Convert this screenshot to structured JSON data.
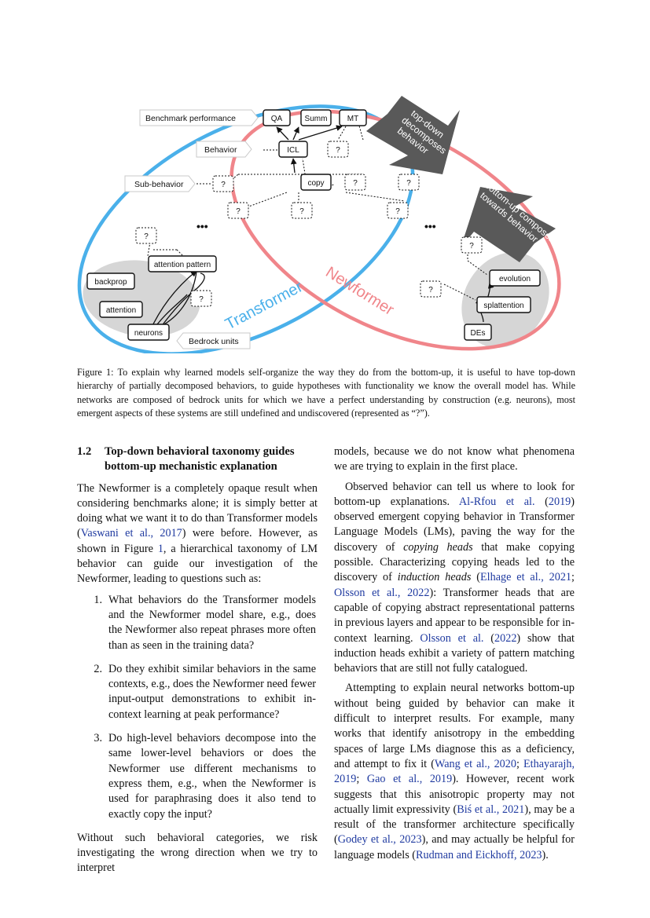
{
  "figure": {
    "label_benchmark": "Benchmark performance",
    "label_behavior": "Behavior",
    "label_subbehavior": "Sub-behavior",
    "label_bedrock": "Bedrock units",
    "node_qa": "QA",
    "node_summ": "Summ",
    "node_mt": "MT",
    "node_icl": "ICL",
    "node_copy": "copy",
    "node_unknown": "?",
    "node_attention_pattern": "attention pattern",
    "node_backprop": "backprop",
    "node_attention": "attention",
    "node_neurons": "neurons",
    "node_evolution": "evolution",
    "node_splattention": "splattention",
    "node_des": "DEs",
    "ellipsis": "•••",
    "transformer_label": "Transformer",
    "newformer_label": "Newformer",
    "arrow_topdown": [
      "top-down",
      "decomposes",
      "behavior"
    ],
    "arrow_bottomup": [
      "bottom-up composes",
      "towards behavior"
    ],
    "colors": {
      "transformer": "#4ab0ea",
      "newformer": "#f0858a",
      "arrow": "#595959",
      "bedrock": "#d6d6d6"
    }
  },
  "caption": "Figure 1: To explain why learned models self-organize the way they do from the bottom-up, it is useful to have top-down hierarchy of partially decomposed behaviors, to guide hypotheses with functionality we know the overall model has. While networks are composed of bedrock units for which we have a perfect understanding by construction (e.g. neurons), most emergent aspects of these systems are still undefined and undiscovered (represented as “?”).",
  "section": {
    "number": "1.2",
    "title": "Top-down behavioral taxonomy guides bottom-up mechanistic explanation"
  },
  "left": {
    "p1_a": "The Newformer is a completely opaque result when considering benchmarks alone; it is simply better at doing what we want it to do than Transformer models (",
    "p1_cite1": "Vaswani et al., 2017",
    "p1_b": ") were before. However, as shown in Figure ",
    "p1_fig": "1",
    "p1_c": ", a hierarchical taxonomy of LM behavior can guide our investigation of the Newformer, leading to questions such as:",
    "questions": [
      {
        "n": "1.",
        "t": "What behaviors do the Transformer models and the Newformer model share, e.g., does the Newformer also repeat phrases more often than as seen in the training data?"
      },
      {
        "n": "2.",
        "t": "Do they exhibit similar behaviors in the same contexts, e.g., does the Newformer need fewer input-output demonstrations to exhibit in-context learning at peak performance?"
      },
      {
        "n": "3.",
        "t": "Do high-level behaviors decompose into the same lower-level behaviors or does the Newformer use different mechanisms to express them, e.g., when the Newformer is used for paraphrasing does it also tend to exactly copy the input?"
      }
    ],
    "p2": "Without such behavioral categories, we risk investigating the wrong direction when we try to interpret"
  },
  "right": {
    "p1": "models, because we do not know what phenomena we are trying to explain in the first place.",
    "p2_a": "Observed behavior can tell us where to look for bottom-up explanations. ",
    "p2_c1": "Al-Rfou et al.",
    "p2_b": " (",
    "p2_c1y": "2019",
    "p2_c": ") observed emergent copying behavior in Transformer Language Models (LMs), paving the way for the discovery of ",
    "p2_em1": "copying heads",
    "p2_d": " that make copying possible. Characterizing copying heads led to the discovery of ",
    "p2_em2": "induction heads",
    "p2_e": " (",
    "p2_c2": "Elhage et al., 2021",
    "p2_f": "; ",
    "p2_c3": "Olsson et al., 2022",
    "p2_g": "): Transformer heads that are capable of copying abstract representational patterns in previous layers and appear to be responsible for in-context learning. ",
    "p2_c4": "Olsson et al.",
    "p2_h": " (",
    "p2_c4y": "2022",
    "p2_i": ") show that induction heads exhibit a variety of pattern matching behaviors that are still not fully catalogued.",
    "p3_a": "Attempting to explain neural networks bottom-up without being guided by behavior can make it difficult to interpret results. For example, many works that identify anisotropy in the embedding spaces of large LMs diagnose this as a deficiency, and attempt to fix it (",
    "p3_c1": "Wang et al., 2020",
    "p3_s1": "; ",
    "p3_c2": "Ethayarajh, 2019",
    "p3_s2": "; ",
    "p3_c3": "Gao et al., 2019",
    "p3_b": "). However, recent work suggests that this anisotropic property may not actually limit expressivity (",
    "p3_c4": "Biś et al., 2021",
    "p3_c": "), may be a result of the transformer architecture specifically (",
    "p3_c5": "Godey et al., 2023",
    "p3_d": "), and may actually be helpful for language models (",
    "p3_c6": "Rudman and Eickhoff, 2023",
    "p3_e": ")."
  }
}
